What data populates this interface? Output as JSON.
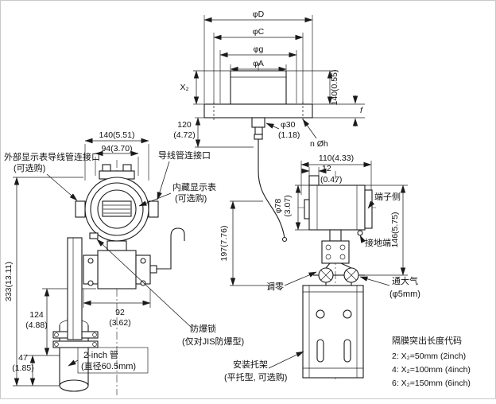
{
  "figure": {
    "type": "technical-dimension-drawing",
    "line_color": "#1a1a1a",
    "bg_color": "#ffffff"
  },
  "top_view": {
    "dia_d": "φD",
    "dia_c": "φC",
    "dia_g": "φg",
    "dia_a": "φA",
    "x2": "X₂",
    "height_right": "140(0.55)",
    "thickness_f": "f",
    "h120_mm": "120",
    "h120_in": "(4.72)",
    "dia30_mm": "φ30",
    "dia30_in": "(1.18)",
    "bolt_holes": "n Øh"
  },
  "front_view": {
    "width140": "140(5.51)",
    "width94": "94(3.70)",
    "height333": "333(13.11)",
    "h124_mm": "124",
    "h124_in": "(4.88)",
    "h47_mm": "47",
    "h47_in": "(1.85)",
    "w92_mm": "92",
    "w92_in": "(3.62)",
    "label_ext_conduit_1": "外部显示表导线管连接口",
    "label_ext_conduit_2": "(可选购)",
    "label_conduit": "导线管连接口",
    "label_indicator_1": "内藏显示表",
    "label_indicator_2": "(可选购)",
    "label_lock_1": "防爆锁",
    "label_lock_2": "(仅对JIS防爆型)",
    "label_pipe_1": "2-inch 管",
    "label_pipe_2": "(直径60.5mm)"
  },
  "center_view": {
    "height197": "197(7.76)"
  },
  "side_view": {
    "width110": "110(4.33)",
    "w12_mm": "12",
    "w12_in": "(0.47)",
    "dia78_mm": "φ78",
    "dia78_in": "(3.07)",
    "height146": "146(5.75)",
    "label_terminal": "端子侧",
    "label_ground": "接地端",
    "label_zero": "调零",
    "label_vent_1": "通大气",
    "label_vent_2": "(φ5mm)",
    "label_bracket_1": "安装托架",
    "label_bracket_2": "(平托型, 可选购)"
  },
  "legend": {
    "title": "隔膜突出长度代码",
    "items": [
      "2: X₂=50mm (2inch)",
      "4: X₂=100mm (4inch)",
      "6: X₂=150mm (6inch)"
    ]
  }
}
